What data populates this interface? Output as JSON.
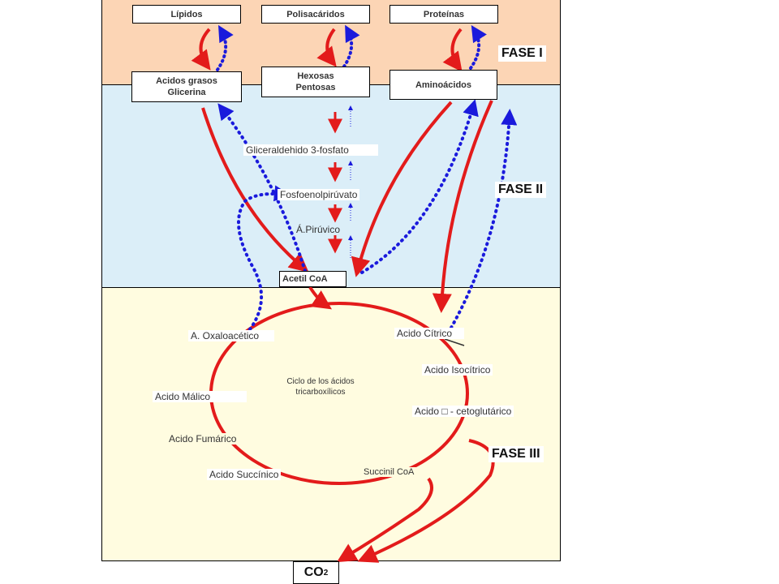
{
  "phases": {
    "phase_1": "FASE I",
    "phase_2": "FASE II",
    "phase_3": "FASE III"
  },
  "phase_1": {
    "lipids": "Lípidos",
    "polysaccharides": "Polisacáridos",
    "proteins": "Proteínas"
  },
  "phase_2": {
    "fatty_acids_line1": "Acidos grasos",
    "fatty_acids_line2": "Glicerina",
    "hexoses_line1": "Hexosas",
    "hexoses_line2": "Pentosas",
    "amino_acids": "Aminoácidos",
    "glyceraldehyde": "Gliceraldehido 3-fosfato",
    "phosphoenolpyruvate": "Fosfoenolpirúvato",
    "pyruvic": "Á.Pirúvico",
    "acetyl_coa": "Acetil CoA"
  },
  "cycle": {
    "title_line1": "Ciclo de los ácidos",
    "title_line2": "tricarboxílicos",
    "citric": "Acido Cítrico",
    "isocitric": "Acido Isocítrico",
    "alpha_ketoglutaric": "Acido  □  - cetoglutárico",
    "succinyl_coa": "Succinil CoA",
    "succinic": "Acido Succínico",
    "fumaric": "Acido Fumárico",
    "malic": "Acido Málico",
    "oxaloacetic": "A. Oxaloacético"
  },
  "co2": {
    "base": "CO",
    "subscript": "2"
  },
  "colors": {
    "forward_arrow": "#e31b1b",
    "reverse_arrow": "#1a1adc",
    "phase_1_band": "#fcd5b5",
    "phase_2_band": "#dbeef8",
    "phase_3_band": "#fffce0"
  }
}
